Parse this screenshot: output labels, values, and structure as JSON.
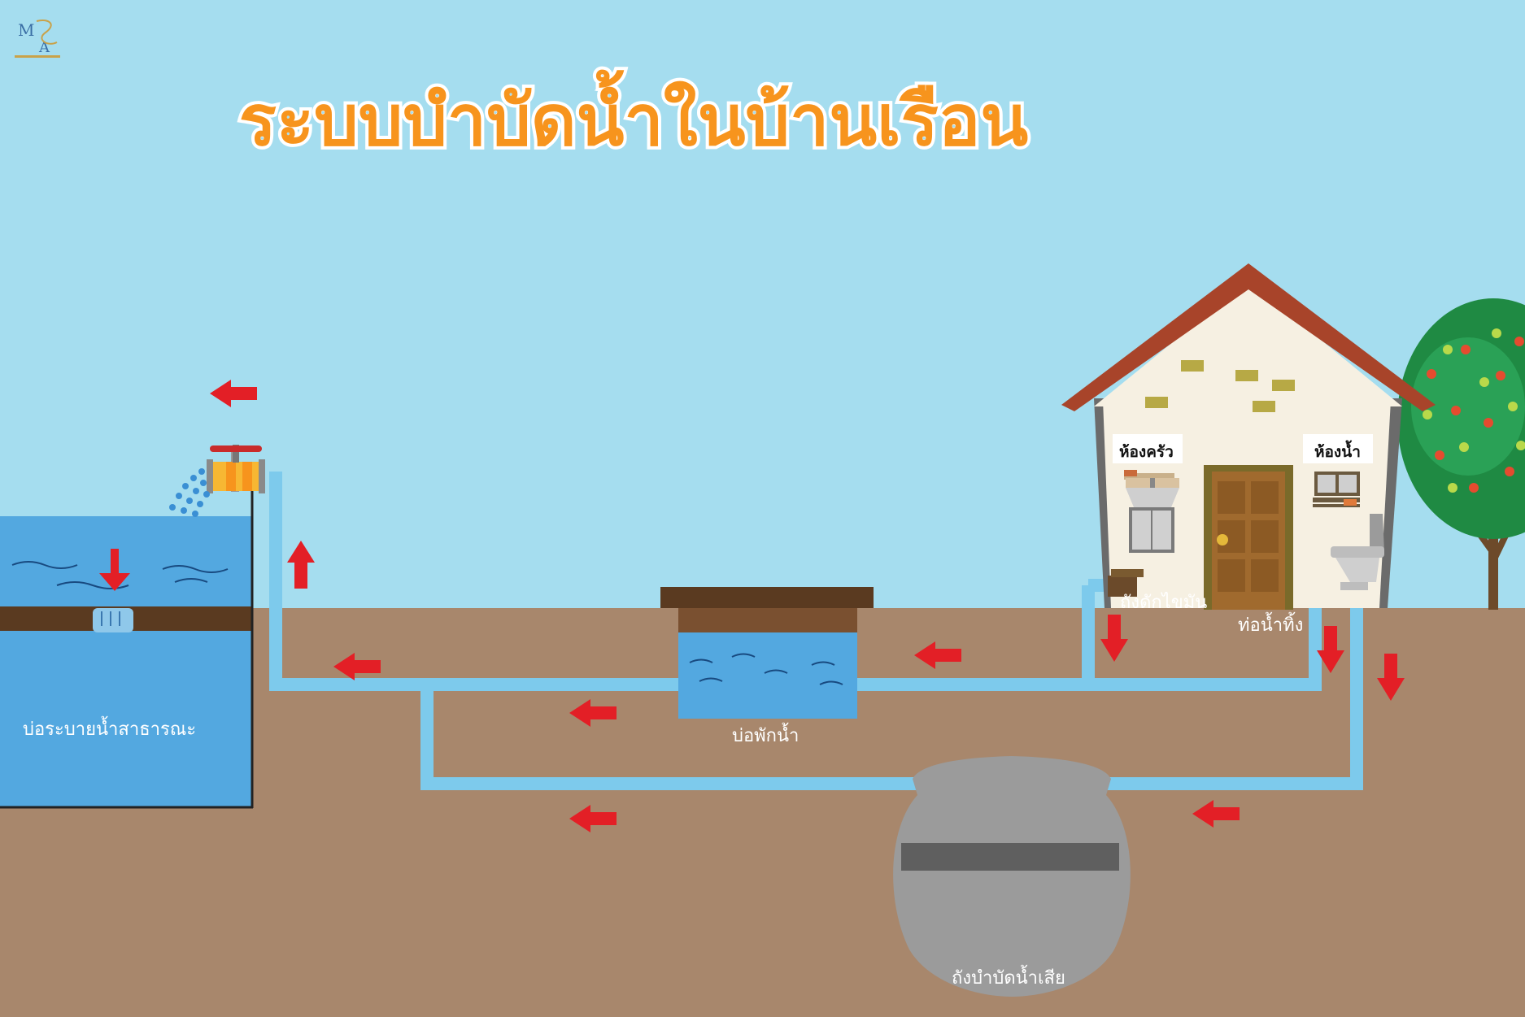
{
  "title": "ระบบบำบัดน้ำในบ้านเรือน",
  "logo_text": "MSA",
  "labels": {
    "public_drain": "บ่อระบายน้ำสาธารณะ",
    "retention_pond": "บ่อพักน้ำ",
    "septic_tank": "ถังบำบัดน้ำเสีย",
    "grease_trap": "ถังดักไขมัน",
    "drain_pipe": "ท่อน้ำทิ้ง",
    "kitchen": "ห้องครัว",
    "bathroom": "ห้องน้ำ"
  },
  "colors": {
    "sky": "#a5ddef",
    "soil": "#a8876c",
    "water": "#53a8e0",
    "pipe": "#7dcaec",
    "arrow": "#e31f26",
    "roof": "#a8442a",
    "wall": "#f6f0e2",
    "door": "#a06a2e",
    "tank": "#9b9b9b",
    "title_fill": "#f7941d"
  }
}
